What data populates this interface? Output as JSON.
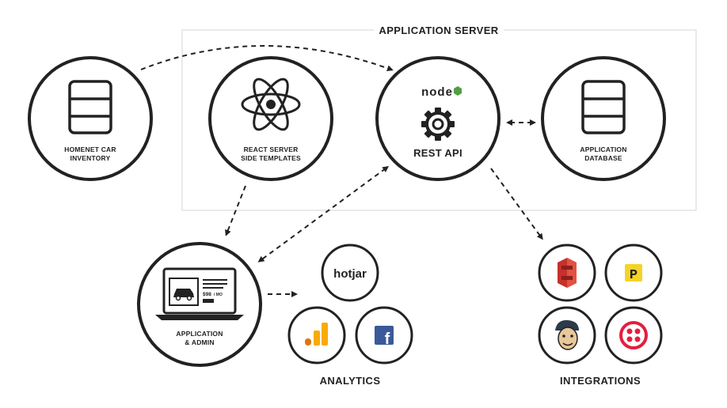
{
  "server": {
    "title": "APPLICATION SERVER"
  },
  "nodes": {
    "inventory": {
      "line1": "HOMENET CAR",
      "line2": "INVENTORY",
      "icon": "database-icon"
    },
    "react": {
      "line1": "REACT SERVER",
      "line2": "SIDE TEMPLATES",
      "icon": "react-logo-icon"
    },
    "api": {
      "brand": "node",
      "label": "REST API",
      "icon": "gear-icon"
    },
    "database": {
      "line1": "APPLICATION",
      "line2": "DATABASE",
      "icon": "database-icon"
    },
    "app": {
      "line1": "APPLICATION",
      "line2": "& ADMIN",
      "price": "$98",
      "price_unit": "/ MO",
      "icon": "laptop-icon"
    }
  },
  "analytics": {
    "title": "ANALYTICS",
    "services": [
      {
        "name": "hotjar",
        "icon": "hotjar-logo"
      },
      {
        "name": "google-analytics",
        "icon": "google-analytics-icon"
      },
      {
        "name": "facebook",
        "icon": "facebook-icon",
        "glyph": "f"
      }
    ]
  },
  "integrations": {
    "title": "INTEGRATIONS",
    "services": [
      {
        "name": "aws-s3",
        "icon": "aws-s3-icon"
      },
      {
        "name": "parking",
        "icon": "p-logo-icon",
        "glyph": "P"
      },
      {
        "name": "mailchimp",
        "icon": "mailchimp-icon"
      },
      {
        "name": "twilio",
        "icon": "twilio-icon"
      }
    ]
  },
  "colors": {
    "ink": "#222222",
    "node_green": "#539e43",
    "facebook_blue": "#3b5998",
    "ga_orange": "#f9ab00",
    "ga_dark_orange": "#e37400",
    "aws_red": "#c7302b",
    "p_yellow": "#f5d327",
    "twilio_red": "#e31e3f",
    "server_border": "#dddddd"
  }
}
